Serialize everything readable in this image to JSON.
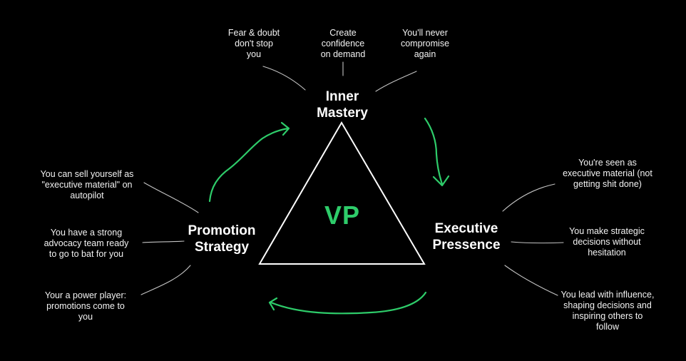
{
  "center_label": "VP",
  "pillars": {
    "inner_mastery": "Inner\nMastery",
    "executive_presence": "Executive\nPressence",
    "promotion_strategy": "Promotion\nStrategy"
  },
  "inner_mastery_points": [
    "Fear & doubt\ndon't stop\nyou",
    "Create\nconfidence\non demand",
    "You'll never\ncompromise\nagain"
  ],
  "executive_presence_points": [
    "You're seen as\nexecutive material (not\ngetting shit done)",
    "You make strategic\ndecisions without\nhesitation",
    "You lead with influence,\nshaping decisions and\ninspiring others to\nfollow"
  ],
  "promotion_strategy_points": [
    "You can sell yourself as\n\"executive material\" on\nautopilot",
    "You have a strong\nadvocacy team ready\nto go to bat for you",
    "Your a power player:\npromotions come to\nyou"
  ],
  "colors": {
    "accent": "#2ecc6a",
    "background": "#000000",
    "text": "#ffffff"
  }
}
